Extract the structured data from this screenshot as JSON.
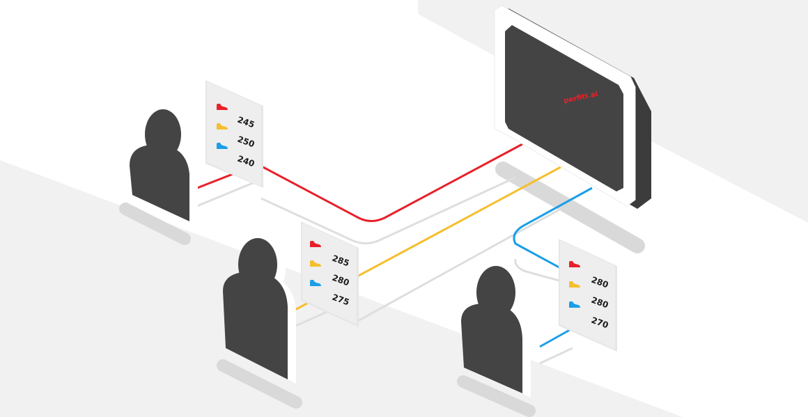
{
  "colors": {
    "background": "#ffffff",
    "floor": "#f1f1f1",
    "figure": "#444444",
    "card": "#eeeeee",
    "shadow": "#d9d9d9",
    "connector_gray": "#dedede",
    "red": "#e8202a",
    "yellow": "#f5be2d",
    "blue": "#1a9ee8",
    "screen_body": "#3c3c3c"
  },
  "display": {
    "brand_text": "perfitt.ai",
    "brand_color": "#e8202a"
  },
  "people": [
    {
      "name": "person-1",
      "sizes": [
        {
          "icon": "red-shoe-icon",
          "color": "#e8202a",
          "value": "245"
        },
        {
          "icon": "yellow-shoe-icon",
          "color": "#f5be2d",
          "value": "250"
        },
        {
          "icon": "blue-shoe-icon",
          "color": "#1a9ee8",
          "value": "240"
        }
      ]
    },
    {
      "name": "person-2",
      "sizes": [
        {
          "icon": "red-shoe-icon",
          "color": "#e8202a",
          "value": "285"
        },
        {
          "icon": "yellow-shoe-icon",
          "color": "#f5be2d",
          "value": "280"
        },
        {
          "icon": "blue-shoe-icon",
          "color": "#1a9ee8",
          "value": "275"
        }
      ]
    },
    {
      "name": "person-3",
      "sizes": [
        {
          "icon": "red-shoe-icon",
          "color": "#e8202a",
          "value": "280"
        },
        {
          "icon": "yellow-shoe-icon",
          "color": "#f5be2d",
          "value": "280"
        },
        {
          "icon": "blue-shoe-icon",
          "color": "#1a9ee8",
          "value": "270"
        }
      ]
    }
  ]
}
